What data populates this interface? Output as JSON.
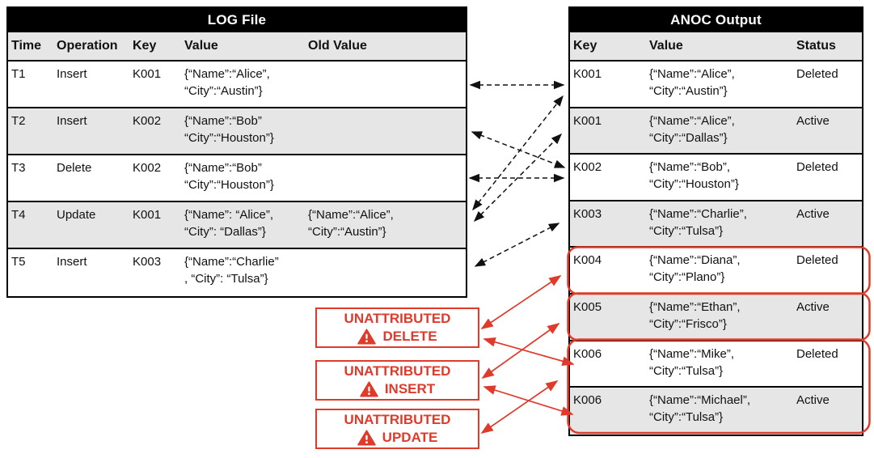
{
  "log_table": {
    "title": "LOG File",
    "columns": {
      "time": "Time",
      "operation": "Operation",
      "key": "Key",
      "value": "Value",
      "old_value": "Old Value"
    },
    "rows": [
      {
        "time": "T1",
        "operation": "Insert",
        "key": "K001",
        "value1": "{“Name”:“Alice”,",
        "value2": "“City”:“Austin”}",
        "old1": "",
        "old2": ""
      },
      {
        "time": "T2",
        "operation": "Insert",
        "key": "K002",
        "value1": "{“Name”:“Bob”",
        "value2": "“City”:“Houston”}",
        "old1": "",
        "old2": ""
      },
      {
        "time": "T3",
        "operation": "Delete",
        "key": "K002",
        "value1": "{“Name”:“Bob”",
        "value2": "“City”:“Houston”}",
        "old1": "",
        "old2": ""
      },
      {
        "time": "T4",
        "operation": "Update",
        "key": "K001",
        "value1": "{“Name”: “Alice”,",
        "value2": "“City”: “Dallas”}",
        "old1": "{“Name”:“Alice”,",
        "old2": "“City”:“Austin”}"
      },
      {
        "time": "T5",
        "operation": "Insert",
        "key": "K003",
        "value1": "{“Name”:“Charlie”",
        "value2": ", “City”: “Tulsa”}",
        "old1": "",
        "old2": ""
      }
    ]
  },
  "anoc_table": {
    "title": "ANOC Output",
    "columns": {
      "key": "Key",
      "value": "Value",
      "status": "Status"
    },
    "rows": [
      {
        "key": "K001",
        "value1": "{“Name”:“Alice”,",
        "value2": "“City”:“Austin”}",
        "status": "Deleted"
      },
      {
        "key": "K001",
        "value1": "{“Name”:“Alice”,",
        "value2": "“City”:“Dallas”}",
        "status": "Active"
      },
      {
        "key": "K002",
        "value1": "{“Name”:“Bob”,",
        "value2": "“City”:“Houston”}",
        "status": "Deleted"
      },
      {
        "key": "K003",
        "value1": "{“Name”:“Charlie”,",
        "value2": "“City”:“Tulsa”}",
        "status": "Active"
      },
      {
        "key": "K004",
        "value1": "{“Name”:“Diana”,",
        "value2": "“City”:“Plano”}",
        "status": "Deleted"
      },
      {
        "key": "K005",
        "value1": "{“Name”:“Ethan”,",
        "value2": "“City”:“Frisco”}",
        "status": "Active"
      },
      {
        "key": "K006",
        "value1": "{“Name”:“Mike”,",
        "value2": "“City”:“Tulsa”}",
        "status": "Deleted"
      },
      {
        "key": "K006",
        "value1": "{“Name”:“Michael”,",
        "value2": "“City”:“Tulsa”}",
        "status": "Active"
      }
    ]
  },
  "warnings": [
    {
      "line1": "UNATTRIBUTED",
      "line2": "DELETE",
      "icon": "warning-triangle-icon"
    },
    {
      "line1": "UNATTRIBUTED",
      "line2": "INSERT",
      "icon": "warning-triangle-icon"
    },
    {
      "line1": "UNATTRIBUTED",
      "line2": "UPDATE",
      "icon": "warning-triangle-icon"
    }
  ],
  "colors": {
    "alert_red": "#e03a2b",
    "row_shade": "#e6e6e6",
    "header_bg": "#000000",
    "header_text": "#ffffff",
    "text": "#111111"
  }
}
